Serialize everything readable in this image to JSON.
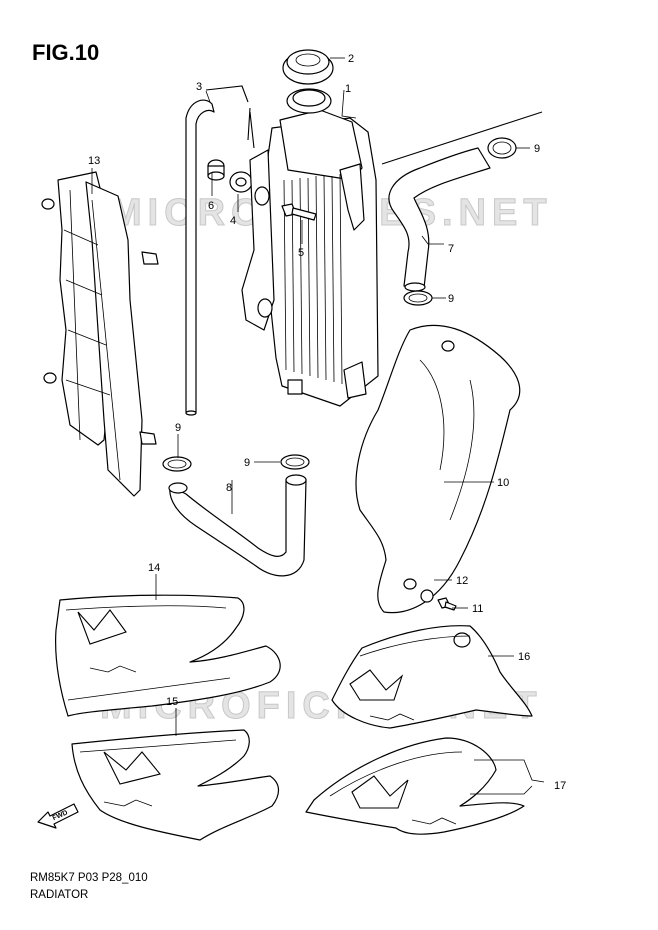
{
  "figure": {
    "title": "FIG.10",
    "code": "RM85K7 P03 P28_010",
    "name": "RADIATOR",
    "watermark": "MICROFICHES.NET",
    "fwd_label": "FWD"
  },
  "callouts": [
    {
      "number": "1",
      "part": "radiator"
    },
    {
      "number": "2",
      "part": "radiator-cap"
    },
    {
      "number": "3",
      "part": "overflow-hose"
    },
    {
      "number": "4",
      "part": "cushion"
    },
    {
      "number": "5",
      "part": "bolt"
    },
    {
      "number": "6",
      "part": "collar"
    },
    {
      "number": "7",
      "part": "upper-hose"
    },
    {
      "number": "8",
      "part": "lower-hose"
    },
    {
      "number": "9",
      "part": "clamp"
    },
    {
      "number": "9",
      "part": "clamp"
    },
    {
      "number": "9",
      "part": "clamp"
    },
    {
      "number": "9",
      "part": "clamp"
    },
    {
      "number": "10",
      "part": "radiator-cover"
    },
    {
      "number": "11",
      "part": "cover-bolt"
    },
    {
      "number": "12",
      "part": "cover-grommet"
    },
    {
      "number": "13",
      "part": "radiator-louver"
    },
    {
      "number": "14",
      "part": "left-shroud"
    },
    {
      "number": "15",
      "part": "left-shroud-emblem"
    },
    {
      "number": "16",
      "part": "right-shroud"
    },
    {
      "number": "17",
      "part": "right-shroud-emblem"
    }
  ]
}
